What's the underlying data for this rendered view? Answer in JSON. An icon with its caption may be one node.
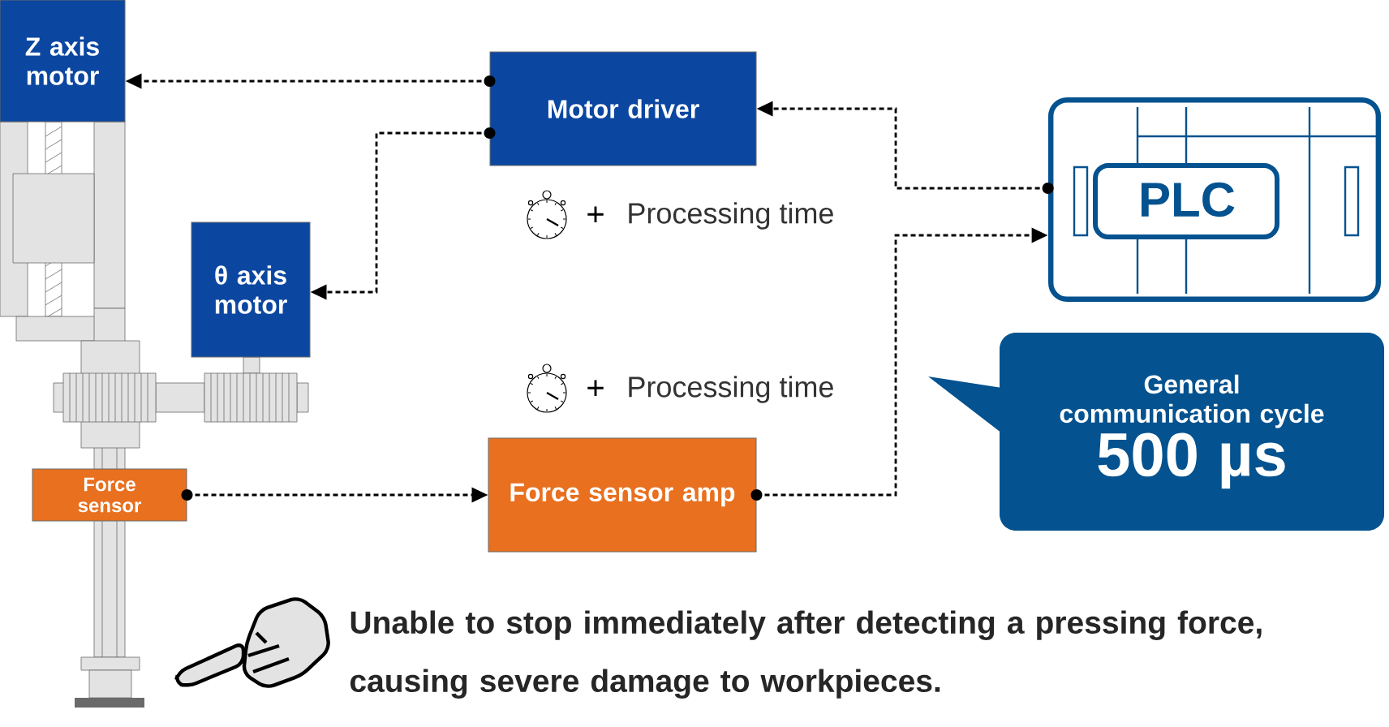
{
  "diagram": {
    "nodes": [
      {
        "text": [
          "Z axis motor"
        ]
      },
      {
        "text": [
          "Motor driver"
        ]
      },
      {
        "text": [
          "θ axis motor"
        ]
      },
      {
        "text": [
          "PLC"
        ]
      },
      {
        "text": [
          "Force sensor"
        ]
      },
      {
        "text": [
          "Force sensor amp"
        ]
      },
      {
        "text": [
          "General communication cycle",
          "500 µs"
        ]
      }
    ],
    "edges": [
      {
        "from": 1,
        "to": 0,
        "arrow": "to"
      },
      {
        "from": 1,
        "to": 2,
        "arrow": "to"
      },
      {
        "from": 3,
        "to": 1,
        "arrow": "to"
      },
      {
        "from": 4,
        "to": 5,
        "arrow": "to"
      },
      {
        "from": 5,
        "to": 3,
        "arrow": "to"
      }
    ],
    "labels": [
      "+",
      "Processing time",
      "+",
      "Processing time",
      "Unable to stop immediately after detecting a pressing force, causing severe damage to workpieces."
    ]
  }
}
